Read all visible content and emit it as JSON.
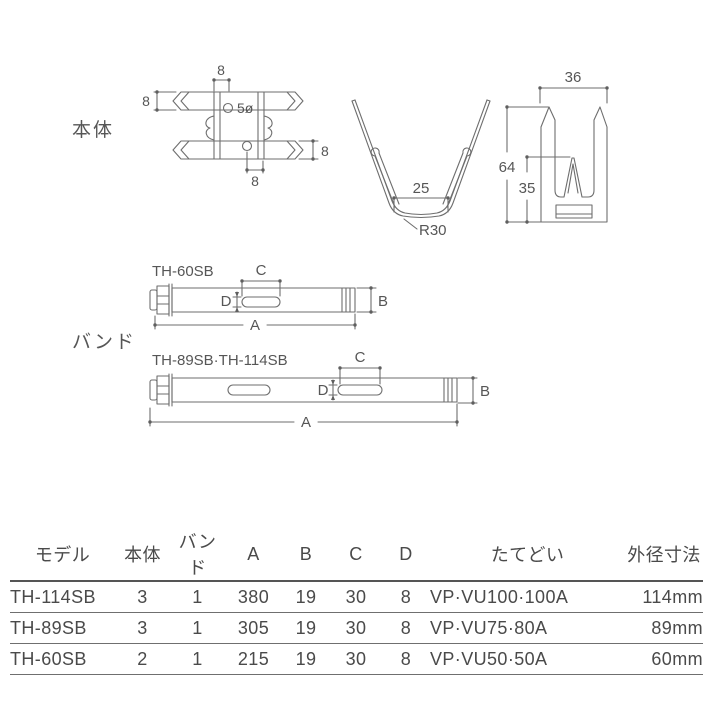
{
  "page": {
    "background": "#ffffff",
    "line_color": "#6e6e6e",
    "text_color": "#4a4a4a"
  },
  "sections": {
    "body_label": "本体",
    "band_label": "バンド"
  },
  "diagram": {
    "front": {
      "dim_top": "8",
      "dim_left": "8",
      "dim_right": "8",
      "dim_bottom": "8",
      "hole": "5ø"
    },
    "side": {
      "width": "25",
      "radius": "R30"
    },
    "rear": {
      "width": "36",
      "height": "64",
      "inner_height": "35"
    },
    "band_small": {
      "title": "TH-60SB",
      "a": "A",
      "b": "B",
      "c": "C",
      "d": "D"
    },
    "band_large": {
      "title": "TH-89SB·TH-114SB",
      "a": "A",
      "b": "B",
      "c": "C",
      "d": "D"
    }
  },
  "table": {
    "headers": [
      "モデル",
      "本体",
      "バンド",
      "A",
      "B",
      "C",
      "D",
      "たてどい",
      "外径寸法"
    ],
    "rows": [
      [
        "TH-114SB",
        "3",
        "1",
        "380",
        "19",
        "30",
        "8",
        "VP·VU100·100A",
        "114mm"
      ],
      [
        "TH-89SB",
        "3",
        "1",
        "305",
        "19",
        "30",
        "8",
        "VP·VU75·80A",
        "89mm"
      ],
      [
        "TH-60SB",
        "2",
        "1",
        "215",
        "19",
        "30",
        "8",
        "VP·VU50·50A",
        "60mm"
      ]
    ]
  }
}
